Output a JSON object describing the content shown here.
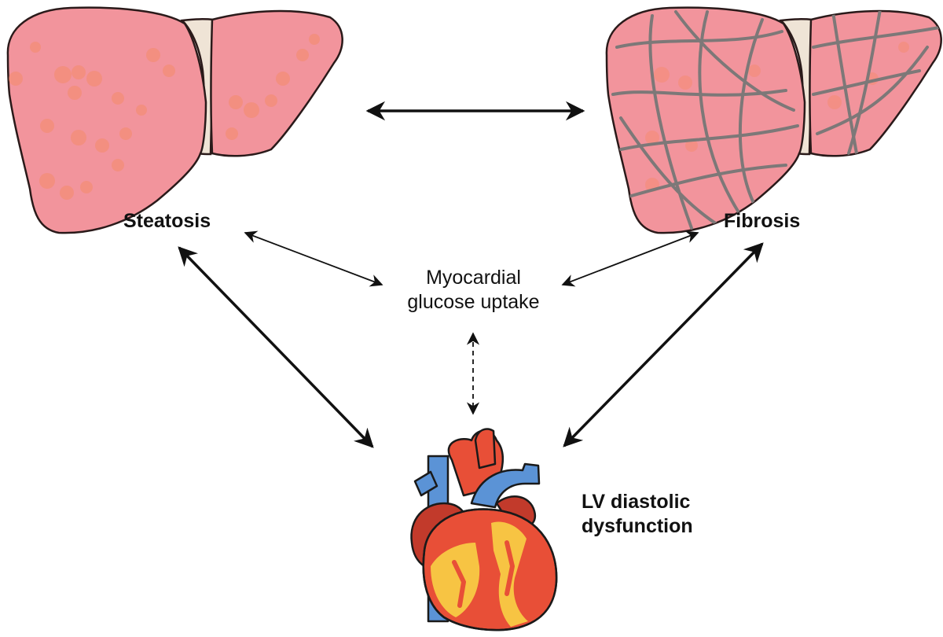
{
  "nodes": {
    "steatosis": {
      "label": "Steatosis"
    },
    "fibrosis": {
      "label": "Fibrosis"
    },
    "glucose": {
      "lines": [
        "Myocardial",
        "glucose uptake"
      ]
    },
    "lv": {
      "lines": [
        "LV diastolic",
        "dysfunction"
      ]
    }
  },
  "colors": {
    "liver_fill": "#f2949c",
    "liver_outline": "#2a1a1a",
    "fat_spots": "#f58a6a",
    "ligament": "#efe4d6",
    "fibrosis_strands": "#7d7878",
    "heart_red": "#e84f37",
    "heart_dark_red": "#c23a2b",
    "heart_yellow": "#f7c443",
    "vessel_blue": "#5b93d6",
    "arrow": "#111111"
  },
  "icons": [
    "liver-steatosis-icon",
    "liver-fibrosis-icon",
    "heart-icon"
  ]
}
